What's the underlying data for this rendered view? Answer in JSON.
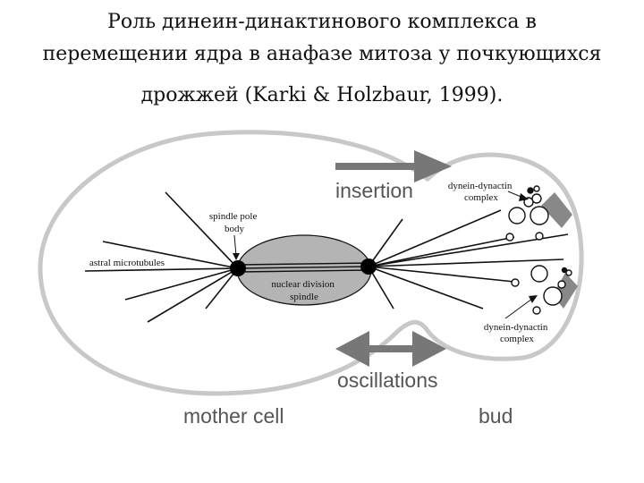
{
  "title": {
    "line1": "Роль динеин-динактинового комплекса в",
    "line2": "перемещении ядра в анафазе митоза у почкующихся",
    "line3": "дрожжей (Karki & Holzbaur, 1999)."
  },
  "diagram": {
    "insertion": "insertion",
    "oscillations": "oscillations",
    "mother_cell": "mother cell",
    "bud": "bud",
    "spindle_pole_body": [
      "spindle pole",
      "body"
    ],
    "astral_microtubules": "astral microtubules",
    "nuclear_division_spindle": [
      "nuclear division",
      "spindle"
    ],
    "dynein_dynactin_top": [
      "dynein-dynactin",
      "complex"
    ],
    "dynein_dynactin_bottom": [
      "dynein-dynactin",
      "complex"
    ]
  }
}
